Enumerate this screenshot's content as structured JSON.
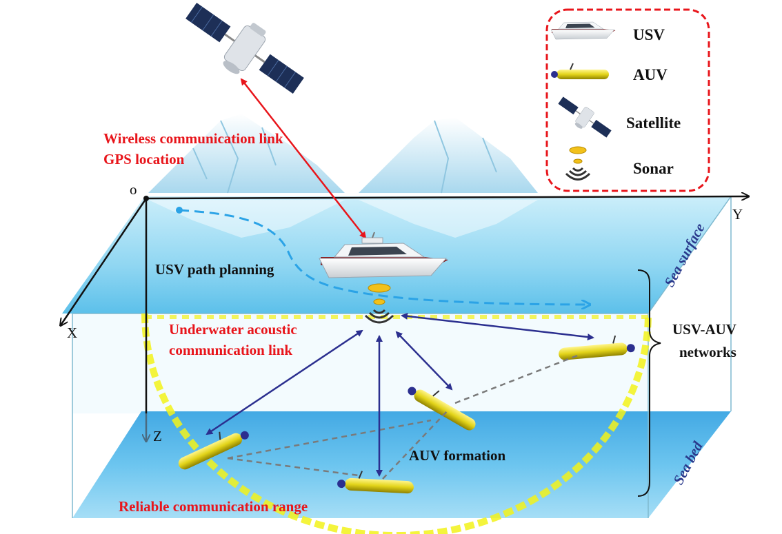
{
  "labels": {
    "wireless": "Wireless communication link",
    "gps": "GPS location",
    "usv_path": "USV path planning",
    "acoustic_1": "Underwater acoustic",
    "acoustic_2": "communication link",
    "formation": "AUV formation",
    "range": "Reliable communication range",
    "network_1": "USV-AUV",
    "network_2": "networks",
    "sea_surface": "Sea surface",
    "sea_bed": "Sea bed"
  },
  "axes": {
    "origin": "o",
    "x": "X",
    "y": "Y",
    "z": "Z"
  },
  "legend": {
    "items": [
      {
        "label": "USV",
        "icon": "usv-icon"
      },
      {
        "label": "AUV",
        "icon": "auv-icon"
      },
      {
        "label": "Satellite",
        "icon": "satellite-icon"
      },
      {
        "label": "Sonar",
        "icon": "sonar-icon"
      }
    ]
  },
  "colors": {
    "wireless_link": "#e8151b",
    "acoustic_link": "#2b2f8f",
    "path": "#2ba3e6",
    "legend_border": "#e8151b",
    "range_circle": "#f2f21a"
  }
}
